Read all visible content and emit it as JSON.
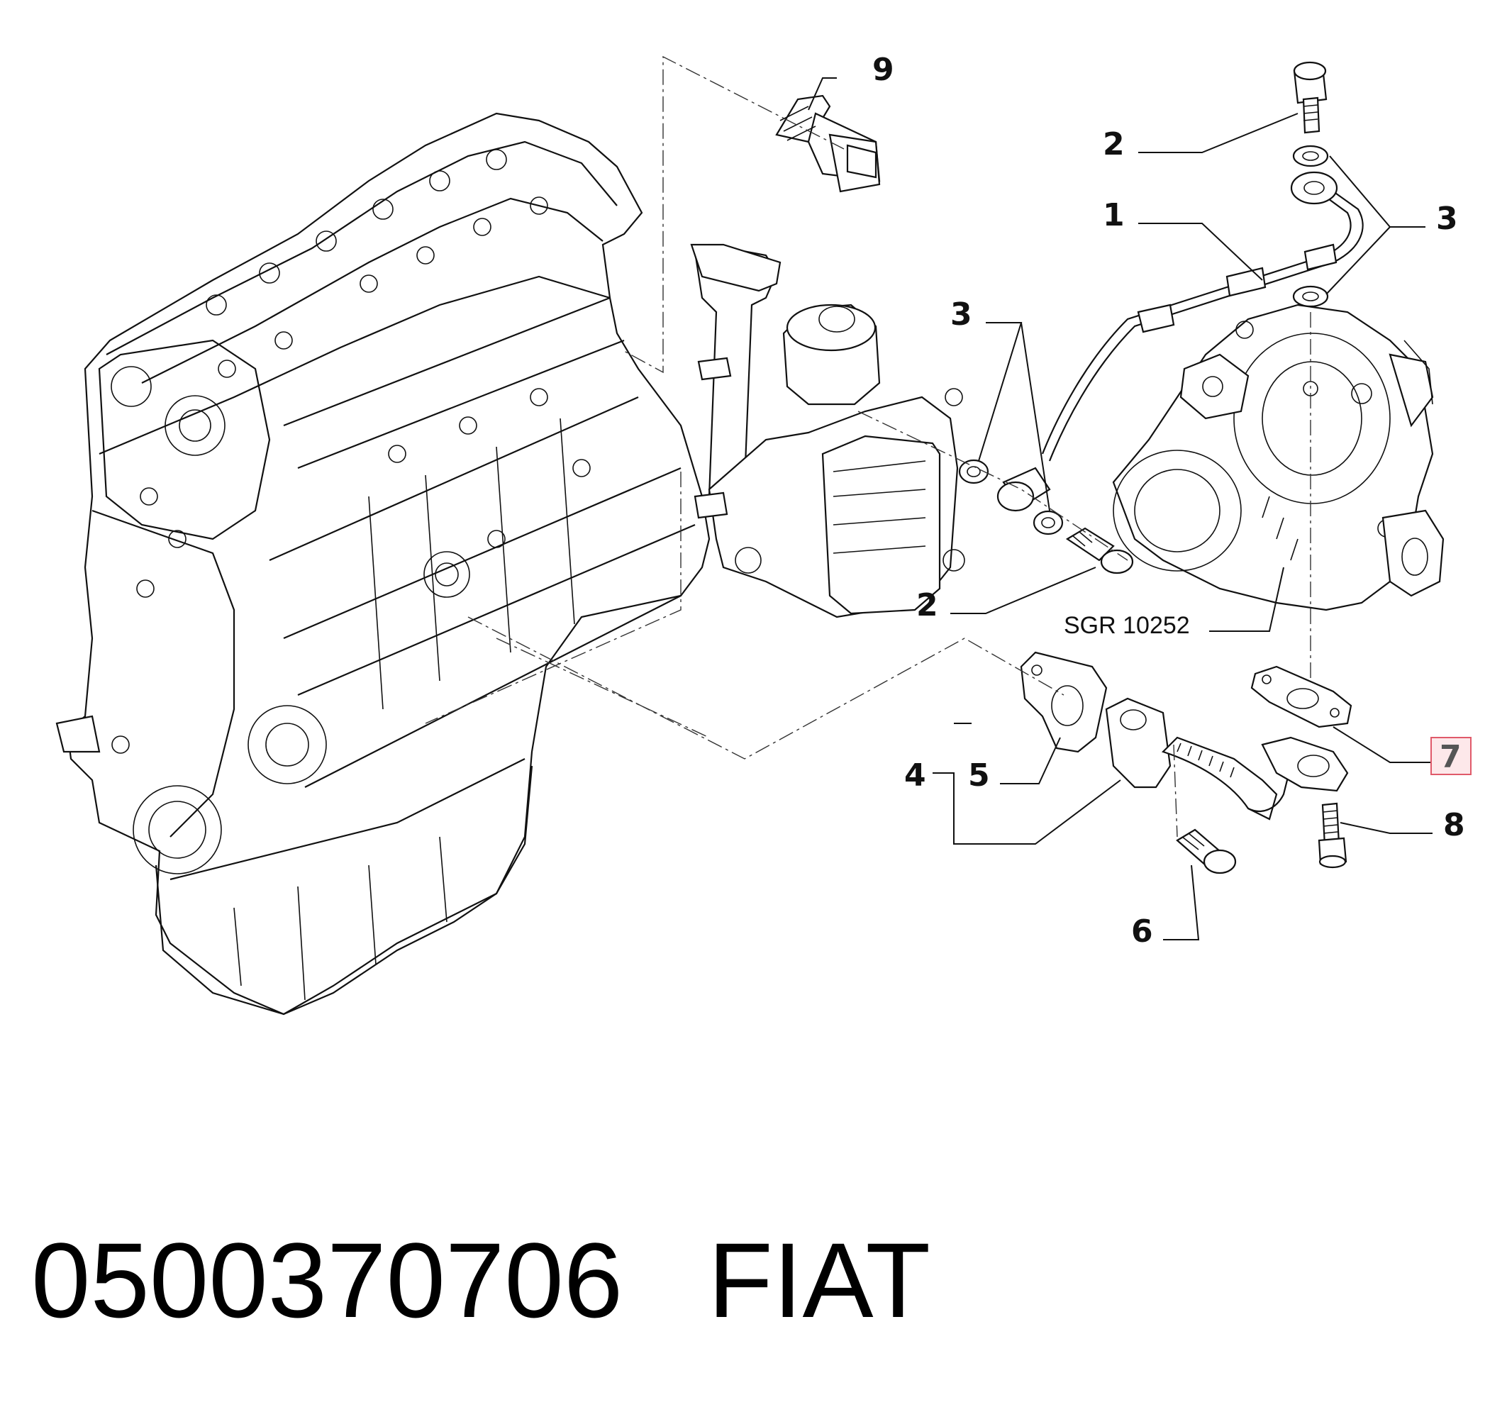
{
  "diagram": {
    "callouts": [
      {
        "id": "9",
        "label": "9"
      },
      {
        "id": "2a",
        "label": "2"
      },
      {
        "id": "1",
        "label": "1"
      },
      {
        "id": "3a",
        "label": "3"
      },
      {
        "id": "3b",
        "label": "3"
      },
      {
        "id": "2b",
        "label": "2"
      },
      {
        "id": "7",
        "label": "7"
      },
      {
        "id": "4",
        "label": "4"
      },
      {
        "id": "5",
        "label": "5"
      },
      {
        "id": "8",
        "label": "8"
      },
      {
        "id": "6",
        "label": "6"
      }
    ],
    "reference_code": "SGR 10252",
    "highlight_color": "#e05a6a"
  },
  "footer": {
    "part_number": "0500370706",
    "brand": "FIAT"
  }
}
